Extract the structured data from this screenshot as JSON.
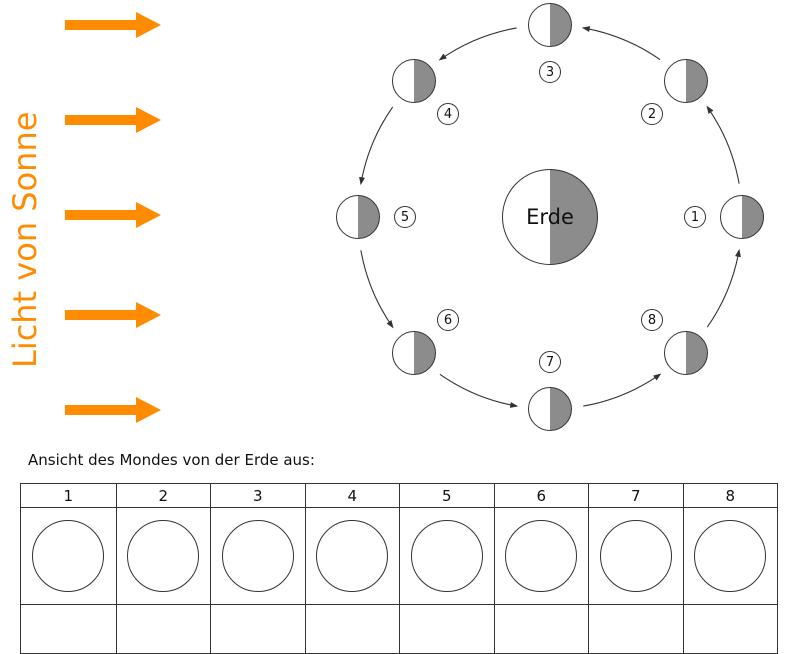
{
  "colors": {
    "sun_orange": "#ff8c00",
    "shade_gray": "#8c8c8c",
    "line": "#333333"
  },
  "sun": {
    "label": "Licht von Sonne",
    "ray_count": 5
  },
  "orbit": {
    "earth_label": "Erde",
    "direction": "counterclockwise",
    "moon_lit_side": "left",
    "positions": [
      {
        "number": "1"
      },
      {
        "number": "2"
      },
      {
        "number": "3"
      },
      {
        "number": "4"
      },
      {
        "number": "5"
      },
      {
        "number": "6"
      },
      {
        "number": "7"
      },
      {
        "number": "8"
      }
    ]
  },
  "table": {
    "caption": "Ansicht des Mondes von der Erde aus:",
    "columns": [
      "1",
      "2",
      "3",
      "4",
      "5",
      "6",
      "7",
      "8"
    ]
  }
}
